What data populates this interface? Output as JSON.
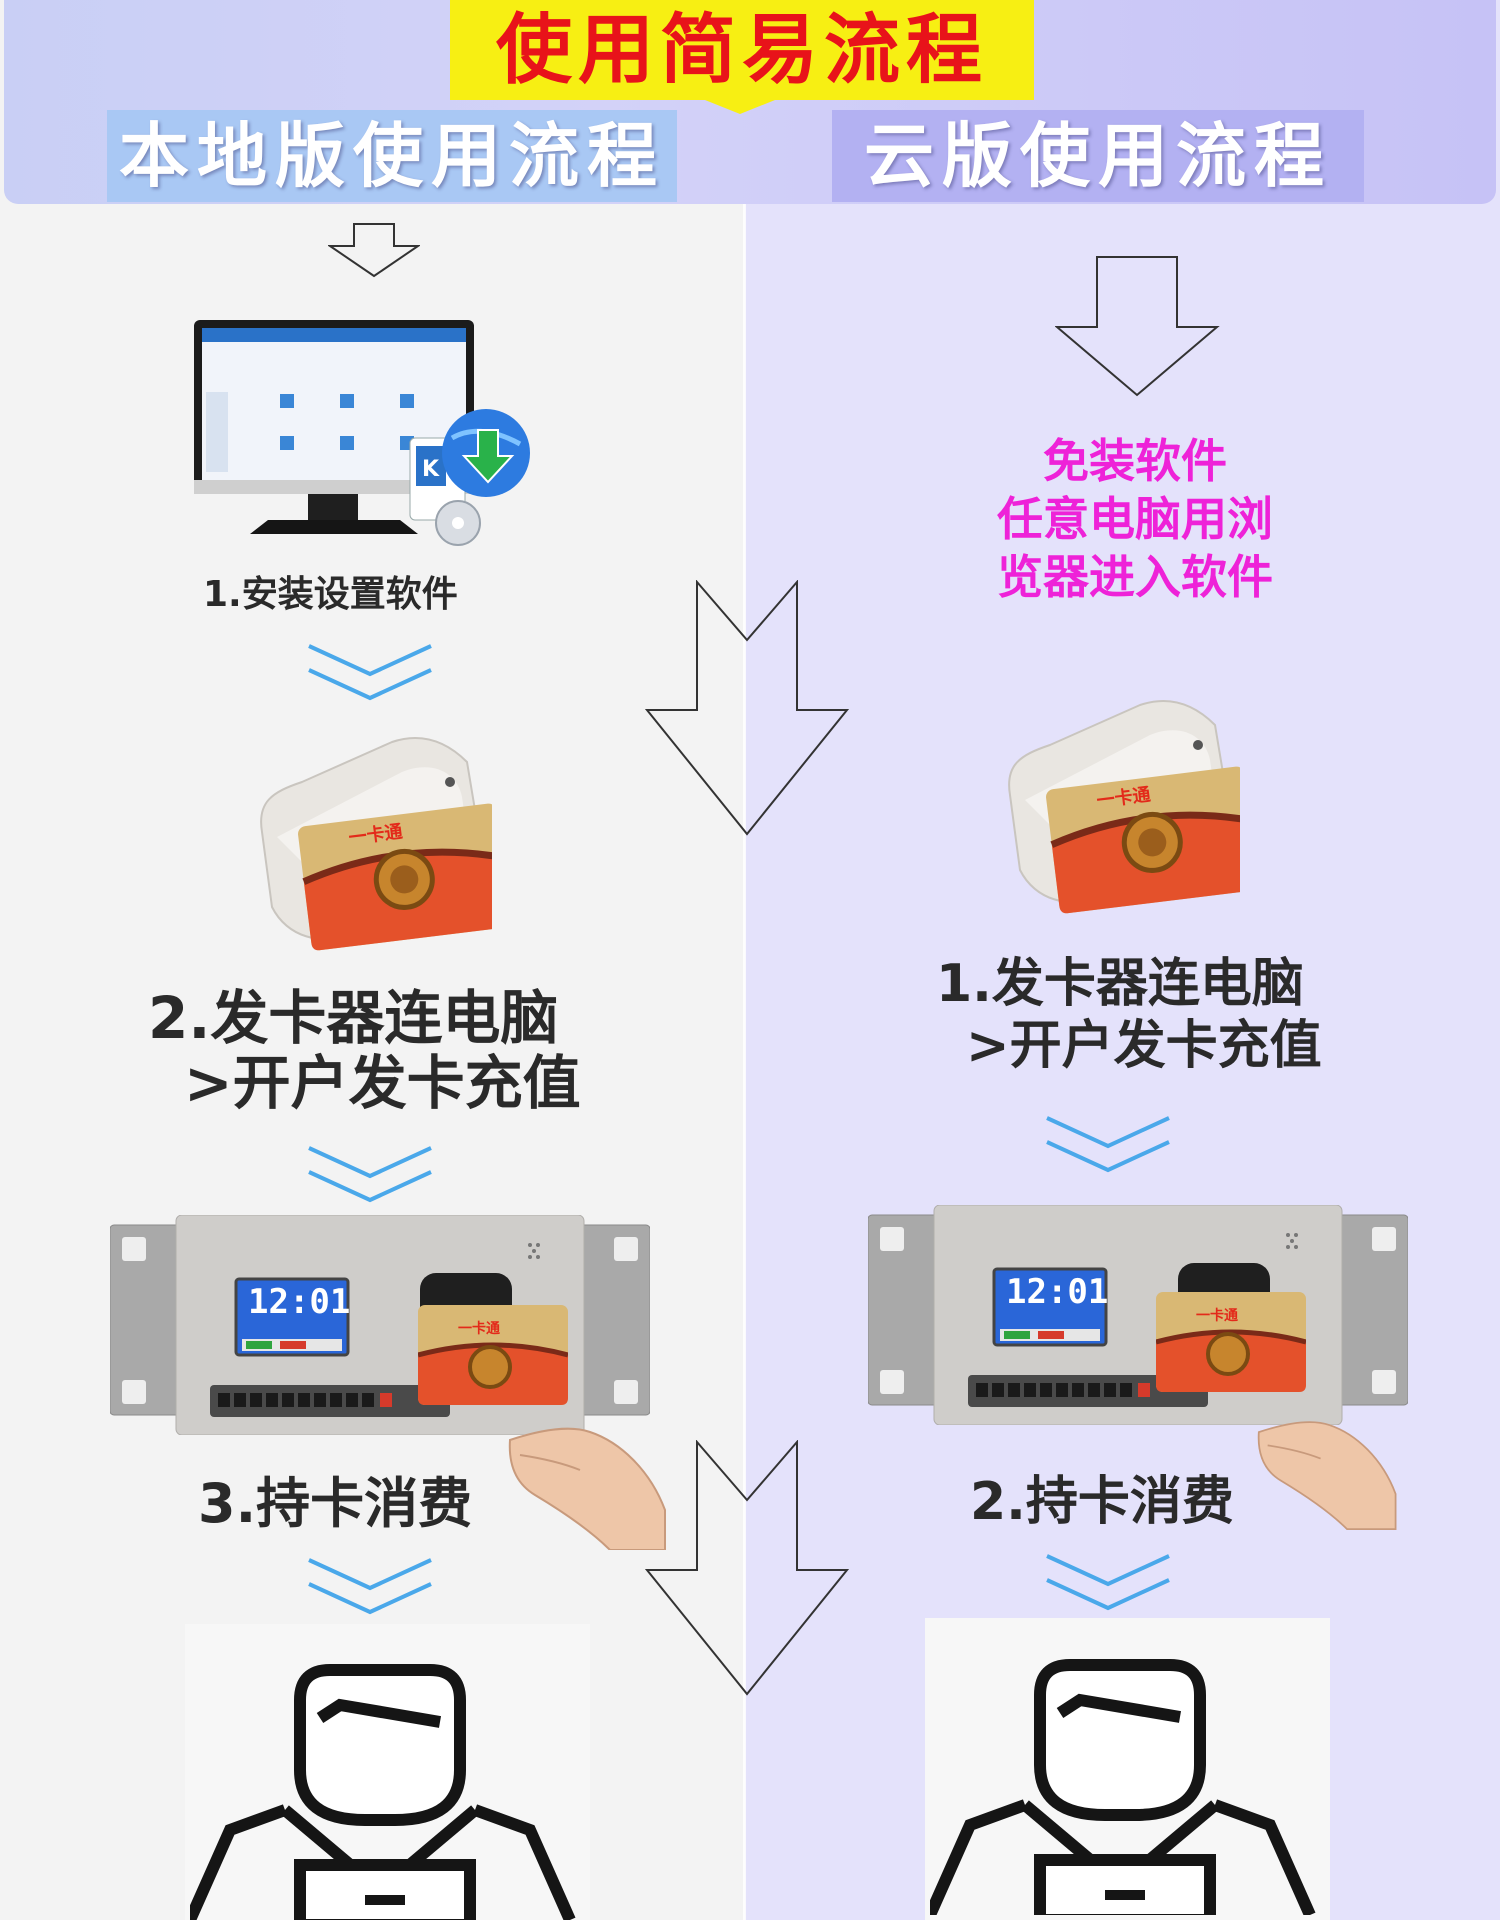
{
  "header": {
    "title": "使用简易流程",
    "local_title": "本地版使用流程",
    "cloud_title": "云版使用流程"
  },
  "local": {
    "step1": "1.安装设置软件",
    "step2_line1": "2.发卡器连电脑",
    "step2_line2": ">开户发卡充值",
    "step3": "3.持卡消费"
  },
  "cloud": {
    "note_line1": "免装软件",
    "note_line2": "任意电脑用浏",
    "note_line3": "览器进入软件",
    "step1_line1": "1.发卡器连电脑",
    "step1_line2": ">开户发卡充值",
    "step2": "2.持卡消费"
  },
  "terminal": {
    "clock": "12:01"
  },
  "colors": {
    "title_bg": "#f7ef13",
    "title_text": "#e8131a",
    "cloud_note": "#ee22d8",
    "chevron": "#4aa8ea",
    "right_panel": "#e4e2fb"
  }
}
